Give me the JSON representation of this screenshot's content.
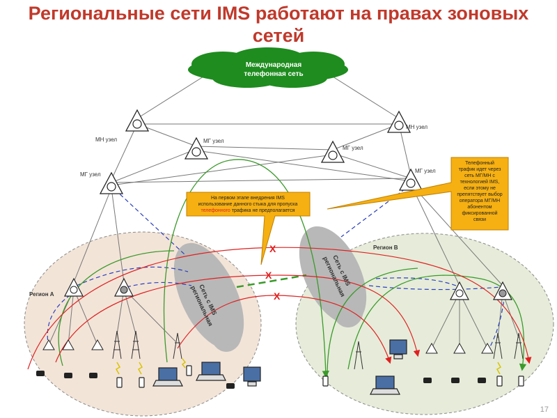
{
  "title": "Региональные сети IMS работают на правах зоновых сетей",
  "cloud": {
    "line1": "Международная",
    "line2": "телефонная сеть"
  },
  "nodes": {
    "mn_left": "МН узел",
    "mn_right": "МН узел",
    "mg_center_left": "МГ узел",
    "mg_center_right": "МГ узел",
    "mg_left": "МГ узел",
    "mg_right": "МГ узел"
  },
  "regions": {
    "a": "Регион А",
    "b": "Регион В"
  },
  "ims_clouds": {
    "left": {
      "line1": "Сеть с IMS",
      "line2": "региональная"
    },
    "right": {
      "line1": "Сеть с IMS",
      "line2": "региональная"
    }
  },
  "callout_left": {
    "line1": "На первом этапе внедрения IMS",
    "line2": "использование данного стыка для пропуска",
    "line3_highlight": "телефонного",
    "line3_rest": " трафика не предполагается"
  },
  "callout_right": {
    "lines": [
      "Телефонный",
      "трафик идет через",
      "сеть МГ/МН с",
      "технологией IMS,",
      "если этому не",
      "препятствует выбор",
      "оператора МГ/МН",
      "абонентом",
      "фиксированной",
      "связи"
    ]
  },
  "x_marks": [
    "X",
    "X",
    "X"
  ],
  "page_number": "17",
  "colors": {
    "title": "#c0392b",
    "cloud": "#1e8c1e",
    "callout": "#f6b012",
    "region_a": "#f3e4d8",
    "region_b": "#e6ecd9",
    "green_path": "#3a9a2a",
    "red_path": "#e02020",
    "blue_dashed": "#2a3fbf",
    "highlight": "#e02020"
  }
}
